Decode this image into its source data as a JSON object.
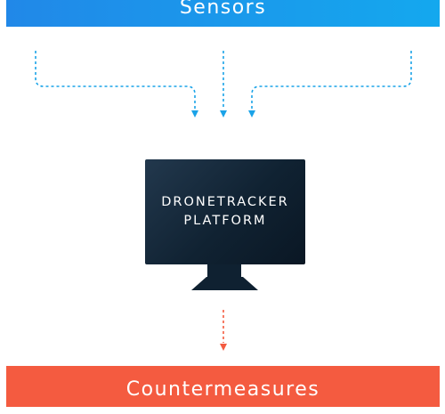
{
  "diagram": {
    "top_banner": {
      "label": "Sensors",
      "colors": [
        "#2188e8",
        "#14a8ee"
      ]
    },
    "platform": {
      "label_line1": "DRONETRACKER",
      "label_line2": "PLATFORM",
      "icon": "monitor-icon",
      "color": "#102232"
    },
    "bottom_banner": {
      "label": "Countermeasures",
      "color": "#f45b40"
    },
    "connectors": {
      "input_color": "#1aa3e8",
      "output_color": "#f45b40",
      "style": "dashed"
    }
  }
}
